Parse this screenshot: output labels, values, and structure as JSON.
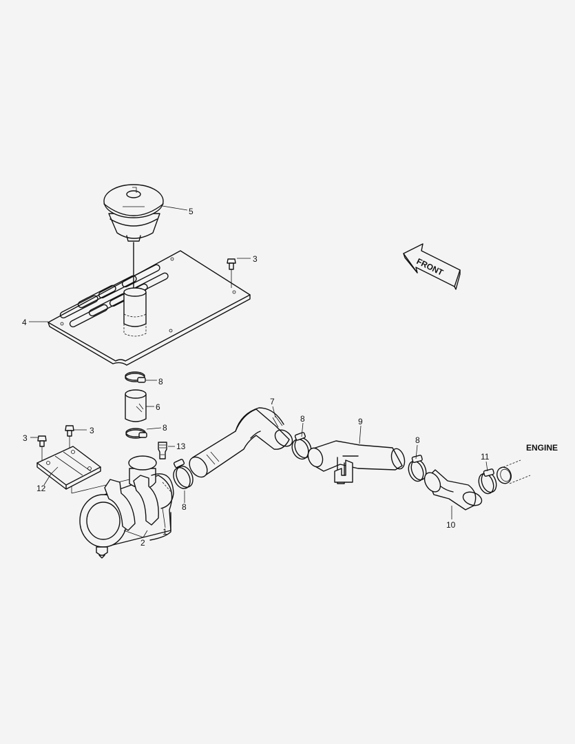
{
  "front_label": "FRONT",
  "engine_label": "ENGINE",
  "callouts": {
    "c1": "1",
    "c2": "2",
    "c3a": "3",
    "c3b": "3",
    "c3c": "3",
    "c4": "4",
    "c5": "5",
    "c6": "6",
    "c7": "7",
    "c8a": "8",
    "c8b": "8",
    "c8c": "8",
    "c8d": "8",
    "c8e": "8",
    "c9": "9",
    "c10": "10",
    "c11": "11",
    "c12": "12",
    "c13": "13"
  }
}
